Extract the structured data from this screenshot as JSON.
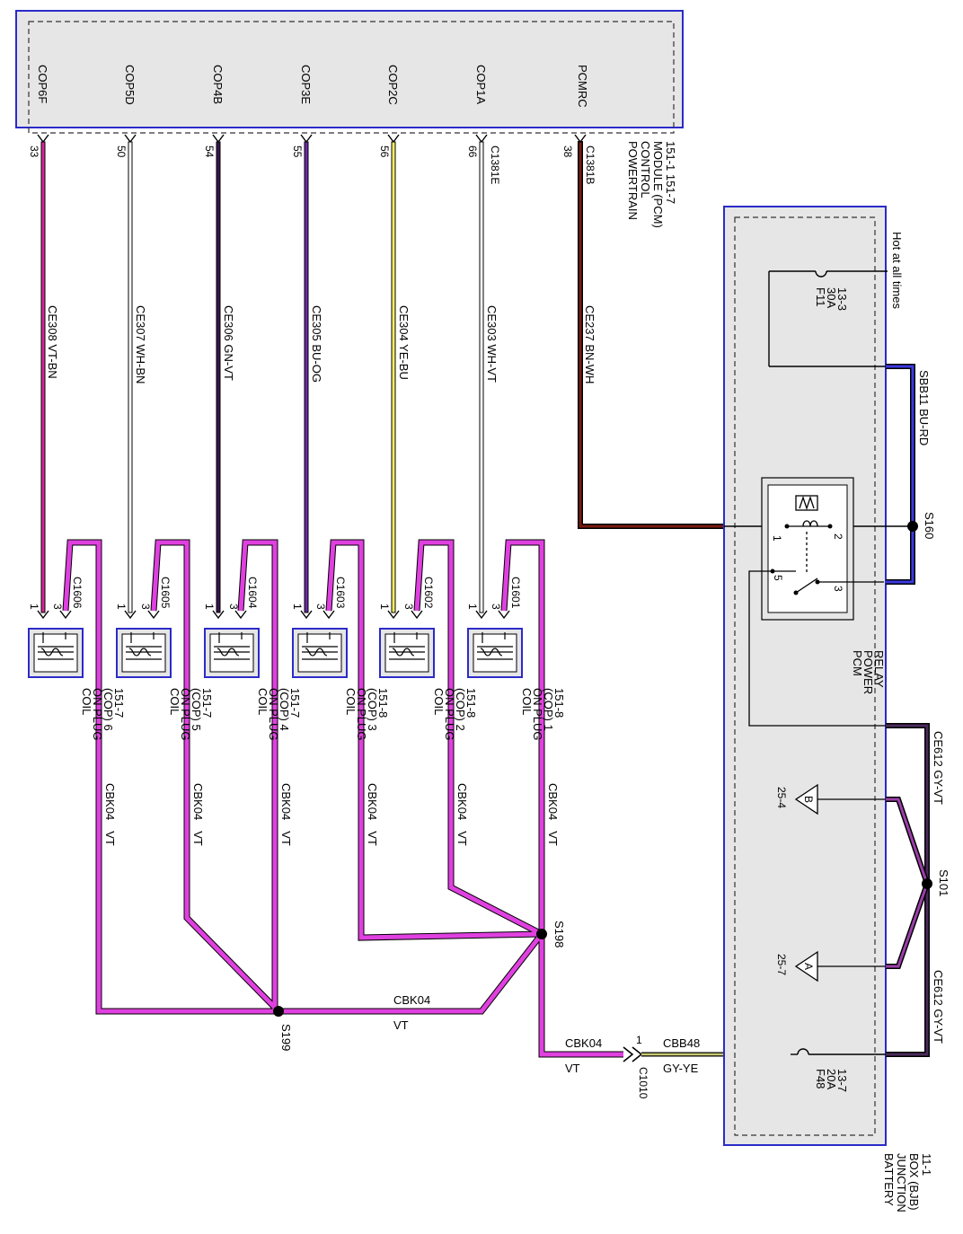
{
  "pcm": {
    "title_lines": [
      "POWERTRAIN",
      "CONTROL",
      "MODULE (PCM)",
      "151-1  151-7"
    ],
    "pins": [
      {
        "name": "COP6F",
        "num": "33"
      },
      {
        "name": "COP5D",
        "num": "50"
      },
      {
        "name": "COP4B",
        "num": "54"
      },
      {
        "name": "COP3E",
        "num": "55"
      },
      {
        "name": "COP2C",
        "num": "56"
      },
      {
        "name": "COP1A",
        "num": "66"
      },
      {
        "name": "PCMRC",
        "num": "38"
      }
    ],
    "connector_e": "C1381E",
    "connector_b": "C1381B"
  },
  "wires": [
    {
      "label": "CE308  VT-BN",
      "color": "#d6289a"
    },
    {
      "label": "CE307  WH-BN",
      "color": "#ffffff"
    },
    {
      "label": "CE306  GN-VT",
      "color": "#2a1a3a"
    },
    {
      "label": "CE305  BU-OG",
      "color": "#6a2aa0"
    },
    {
      "label": "CE304  YE-BU",
      "color": "#f3ee60"
    },
    {
      "label": "CE303  WH-VT",
      "color": "#ffffff"
    },
    {
      "label": "CE237  BN-WH",
      "color": "#6b1a10"
    }
  ],
  "coils": [
    {
      "connector": "C1606",
      "lines": [
        "COIL",
        "ON PLUG",
        "(COP) 6",
        "151-7"
      ]
    },
    {
      "connector": "C1605",
      "lines": [
        "COIL",
        "ON PLUG",
        "(COP) 5",
        "151-7"
      ]
    },
    {
      "connector": "C1604",
      "lines": [
        "COIL",
        "ON PLUG",
        "(COP) 4",
        "151-7"
      ]
    },
    {
      "connector": "C1603",
      "lines": [
        "COIL",
        "ON PLUG",
        "(COP) 3",
        "151-8"
      ]
    },
    {
      "connector": "C1602",
      "lines": [
        "COIL",
        "ON PLUG",
        "(COP) 2",
        "151-8"
      ]
    },
    {
      "connector": "C1601",
      "lines": [
        "COIL",
        "ON PLUG",
        "(COP) 1",
        "151-8"
      ]
    }
  ],
  "coil_pins": {
    "pin1": "1",
    "pin3": "3"
  },
  "cbk": {
    "code": "CBK04",
    "color": "VT"
  },
  "splices": {
    "s198": "S198",
    "s199": "S199",
    "s160": "S160",
    "s101": "S101"
  },
  "c1010": {
    "name": "C1010",
    "pin": "1",
    "wire_code": "CBB48",
    "wire_color": "GY-YE"
  },
  "bjb": {
    "title_lines": [
      "BATTERY",
      "JUNCTION",
      "BOX (BJB)",
      "11-1"
    ],
    "hot": "Hot at all times",
    "f11": [
      "F11",
      "30A",
      "13-3"
    ],
    "f48": [
      "F48",
      "20A",
      "13-7"
    ],
    "relay_lines": [
      "PCM",
      "POWER",
      "RELAY"
    ],
    "relay_pins": [
      "1",
      "2",
      "5",
      "3"
    ],
    "sbb11": "SBB11  BU-RD",
    "ce612": "CE612  GY-VT",
    "ground_b": {
      "letter": "B",
      "ref": "25-4"
    },
    "ground_a": {
      "letter": "A",
      "ref": "25-7"
    }
  }
}
